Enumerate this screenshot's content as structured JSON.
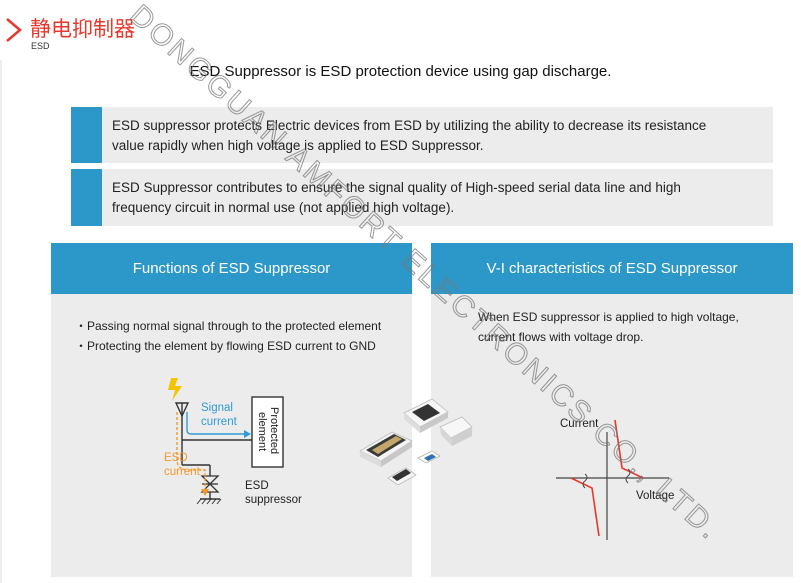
{
  "header": {
    "title_cn": "静电抑制器",
    "subtitle": "ESD"
  },
  "headline": "ESD Suppressor is ESD protection device using gap discharge.",
  "notes": [
    {
      "line1": "ESD suppressor protects Electric devices from ESD by utilizing the ability to decrease its resistance",
      "line2": "value rapidly when high voltage is applied to ESD Suppressor."
    },
    {
      "line1": "ESD Suppressor contributes to ensure the signal quality of High-speed serial data line and high",
      "line2": "frequency circuit in normal use (not applied high voltage)."
    }
  ],
  "panel_left": {
    "title": "Functions of ESD Suppressor",
    "bullets": [
      "・Passing normal signal through to the protected element",
      "・Protecting the element by flowing ESD current to GND"
    ],
    "diagram": {
      "signal_l1": "Signal",
      "signal_l2": "current",
      "esd_l1": "ESD",
      "esd_l2": "current",
      "protected_l1": "Protected",
      "protected_l2": "element",
      "supp_l1": "ESD",
      "supp_l2": "suppressor"
    }
  },
  "panel_right": {
    "title": "V-I characteristics of ESD Suppressor",
    "desc_l1": "When ESD suppressor is applied to high voltage,",
    "desc_l2": "current flows with voltage drop.",
    "graph": {
      "current_label": "Current",
      "voltage_label": "Voltage"
    }
  },
  "watermark": "DONGGUAN AMFORT ELECTRONICS CO., LTD.",
  "colors": {
    "accent_red": "#e8372c",
    "accent_blue": "#2c98c9",
    "panel_gray": "#ececec",
    "esd_orange": "#f39a2b",
    "signal_blue": "#2f9bd7",
    "bolt_yellow": "#f5c400"
  }
}
